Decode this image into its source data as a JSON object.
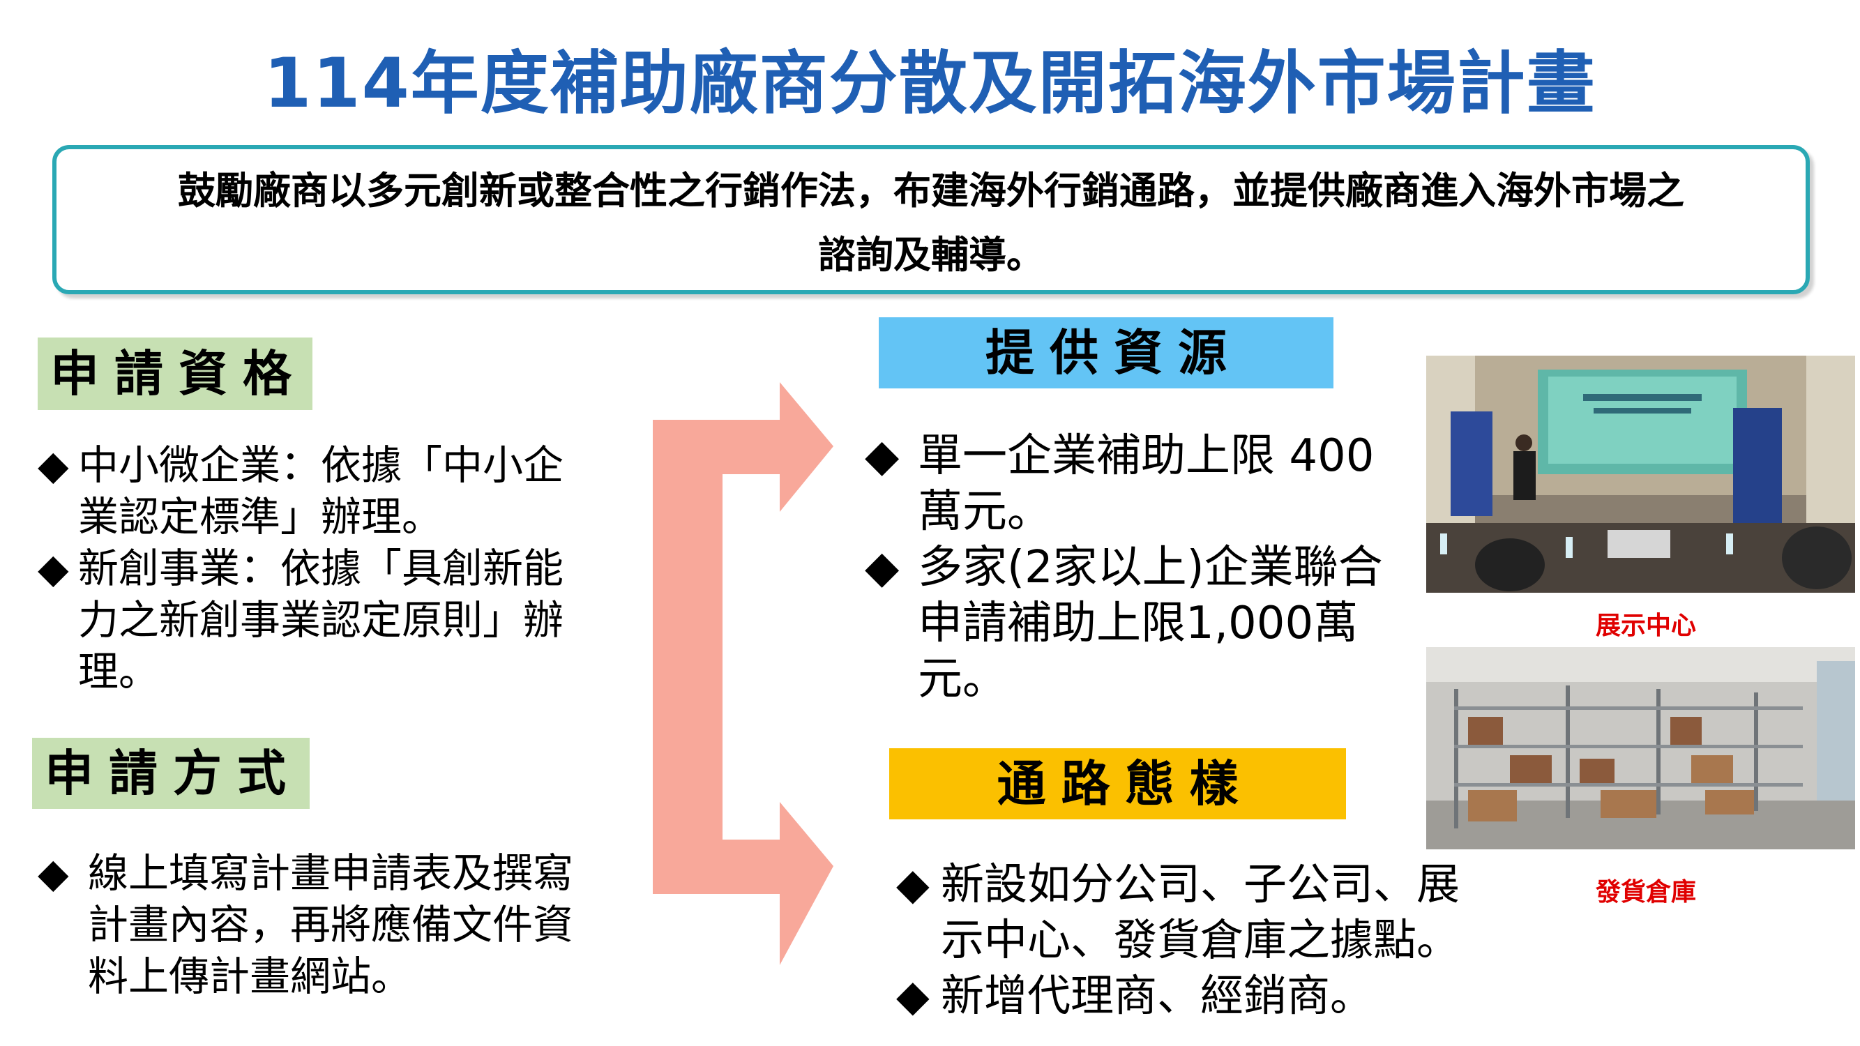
{
  "title": "114年度補助廠商分散及開拓海外市場計畫",
  "intro": {
    "line1": "鼓勵廠商以多元創新或整合性之行銷作法，布建海外行銷通路，並提供廠商進入海外市場之",
    "line2": "諮詢及輔導。"
  },
  "qualification": {
    "label": "申請資格",
    "bullet": "◆",
    "items": [
      {
        "line1": "中小微企業：依據「中小企",
        "line2": "業認定標準」辦理。"
      },
      {
        "line1": "新創事業：依據「具創新能",
        "line2": "力之新創事業認定原則」辦",
        "line3": "理。"
      }
    ]
  },
  "method": {
    "label": "申請方式",
    "items": [
      {
        "line1": "線上填寫計畫申請表及撰寫",
        "line2": "計畫內容，再將應備文件資",
        "line3": "料上傳計畫網站。"
      }
    ]
  },
  "resources": {
    "label": "提供資源",
    "items": [
      {
        "line1": "單一企業補助上限 400",
        "line2": "萬元。"
      },
      {
        "line1": "多家(2家以上)企業聯合",
        "line2": "申請補助上限1,000萬",
        "line3": "元。"
      }
    ]
  },
  "channels": {
    "label": "通路態樣",
    "items": [
      {
        "line1": "新設如分公司、子公司、展",
        "line2": "示中心、發貨倉庫之據點。"
      },
      {
        "line1": "新增代理商、經銷商。"
      }
    ]
  },
  "photos": {
    "showroom_caption": "展示中心",
    "warehouse_caption": "發貨倉庫"
  },
  "colors": {
    "title": "#1f5fb4",
    "intro_border": "#2aa8b4",
    "label_green": "#c7e0b3",
    "label_blue": "#63c4f5",
    "label_yellow": "#fbc000",
    "arrow": "#f8a89a",
    "caption": "#e00000"
  }
}
